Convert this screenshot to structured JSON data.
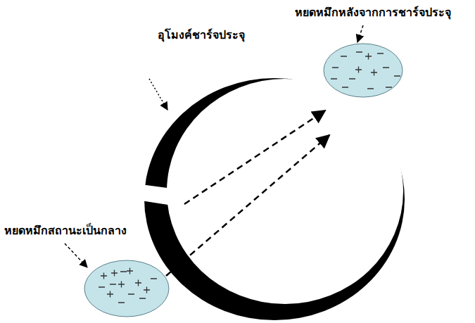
{
  "diagram": {
    "labels": [
      "หยดหมึกหลังจากการชาร์จประจุ",
      "อุโมงค์ชาร์จประจุ",
      "หยดหมึกสถานะเป็นกลาง"
    ]
  }
}
